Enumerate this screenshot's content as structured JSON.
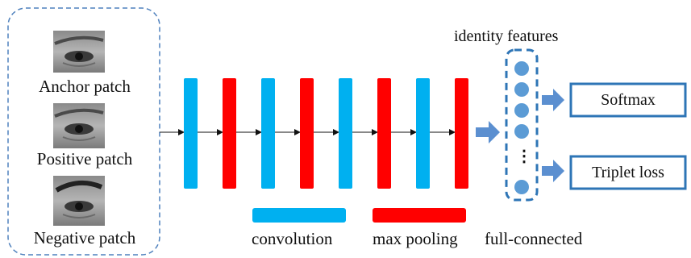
{
  "patches": [
    {
      "label": "Anchor patch"
    },
    {
      "label": "Positive patch"
    },
    {
      "label": "Negative patch"
    }
  ],
  "network_layers": [
    "convolution",
    "max pooling",
    "convolution",
    "max pooling",
    "convolution",
    "max pooling",
    "convolution",
    "max pooling"
  ],
  "identity": {
    "title": "identity features",
    "ellipsis": "⋮"
  },
  "outputs": [
    {
      "label": "Softmax"
    },
    {
      "label": "Triplet loss"
    }
  ],
  "legend": {
    "conv_label": "convolution",
    "pool_label": "max pooling",
    "fc_label": "full-connected"
  },
  "colors": {
    "conv": "#00B0F0",
    "pool": "#FF0000",
    "neuron": "#5B9BD5",
    "box_border": "#2E75B6",
    "arrow": "#5B8FD0",
    "dashed": "#4F81BD"
  }
}
